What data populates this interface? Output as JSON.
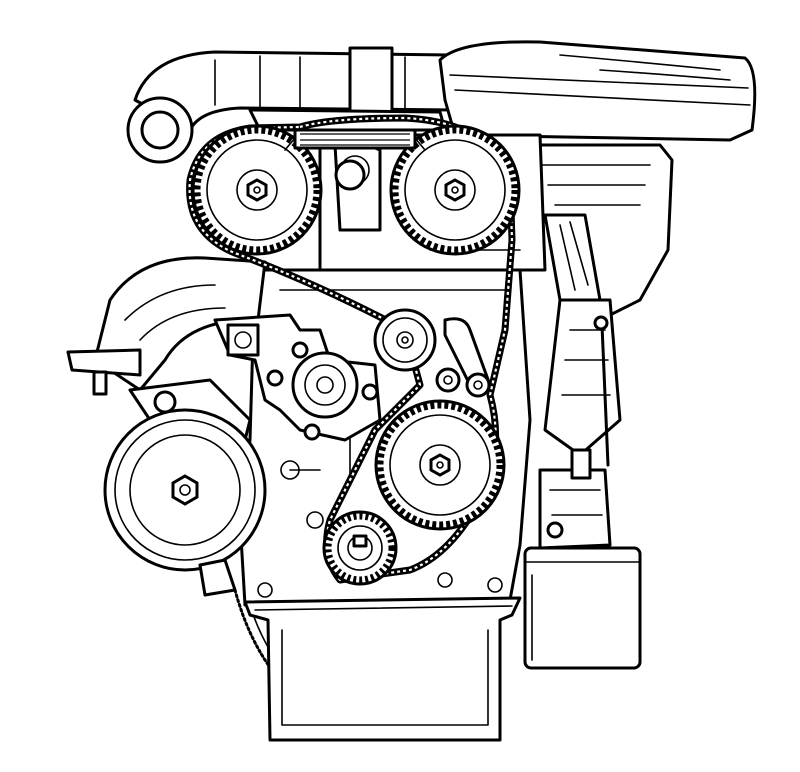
{
  "figure": {
    "components": [
      "air-intake-duct",
      "air-cleaner",
      "camshaft-pulley-left",
      "camshaft-pulley-right",
      "timing-belt",
      "belt-tensioner",
      "idler-pulley",
      "water-pump",
      "intermediate-shaft-pulley",
      "crankshaft-pulley",
      "alternator",
      "distributor",
      "oil-filter",
      "oil-sump",
      "flywheel-ring-gear",
      "dipstick",
      "exhaust-manifold"
    ]
  }
}
